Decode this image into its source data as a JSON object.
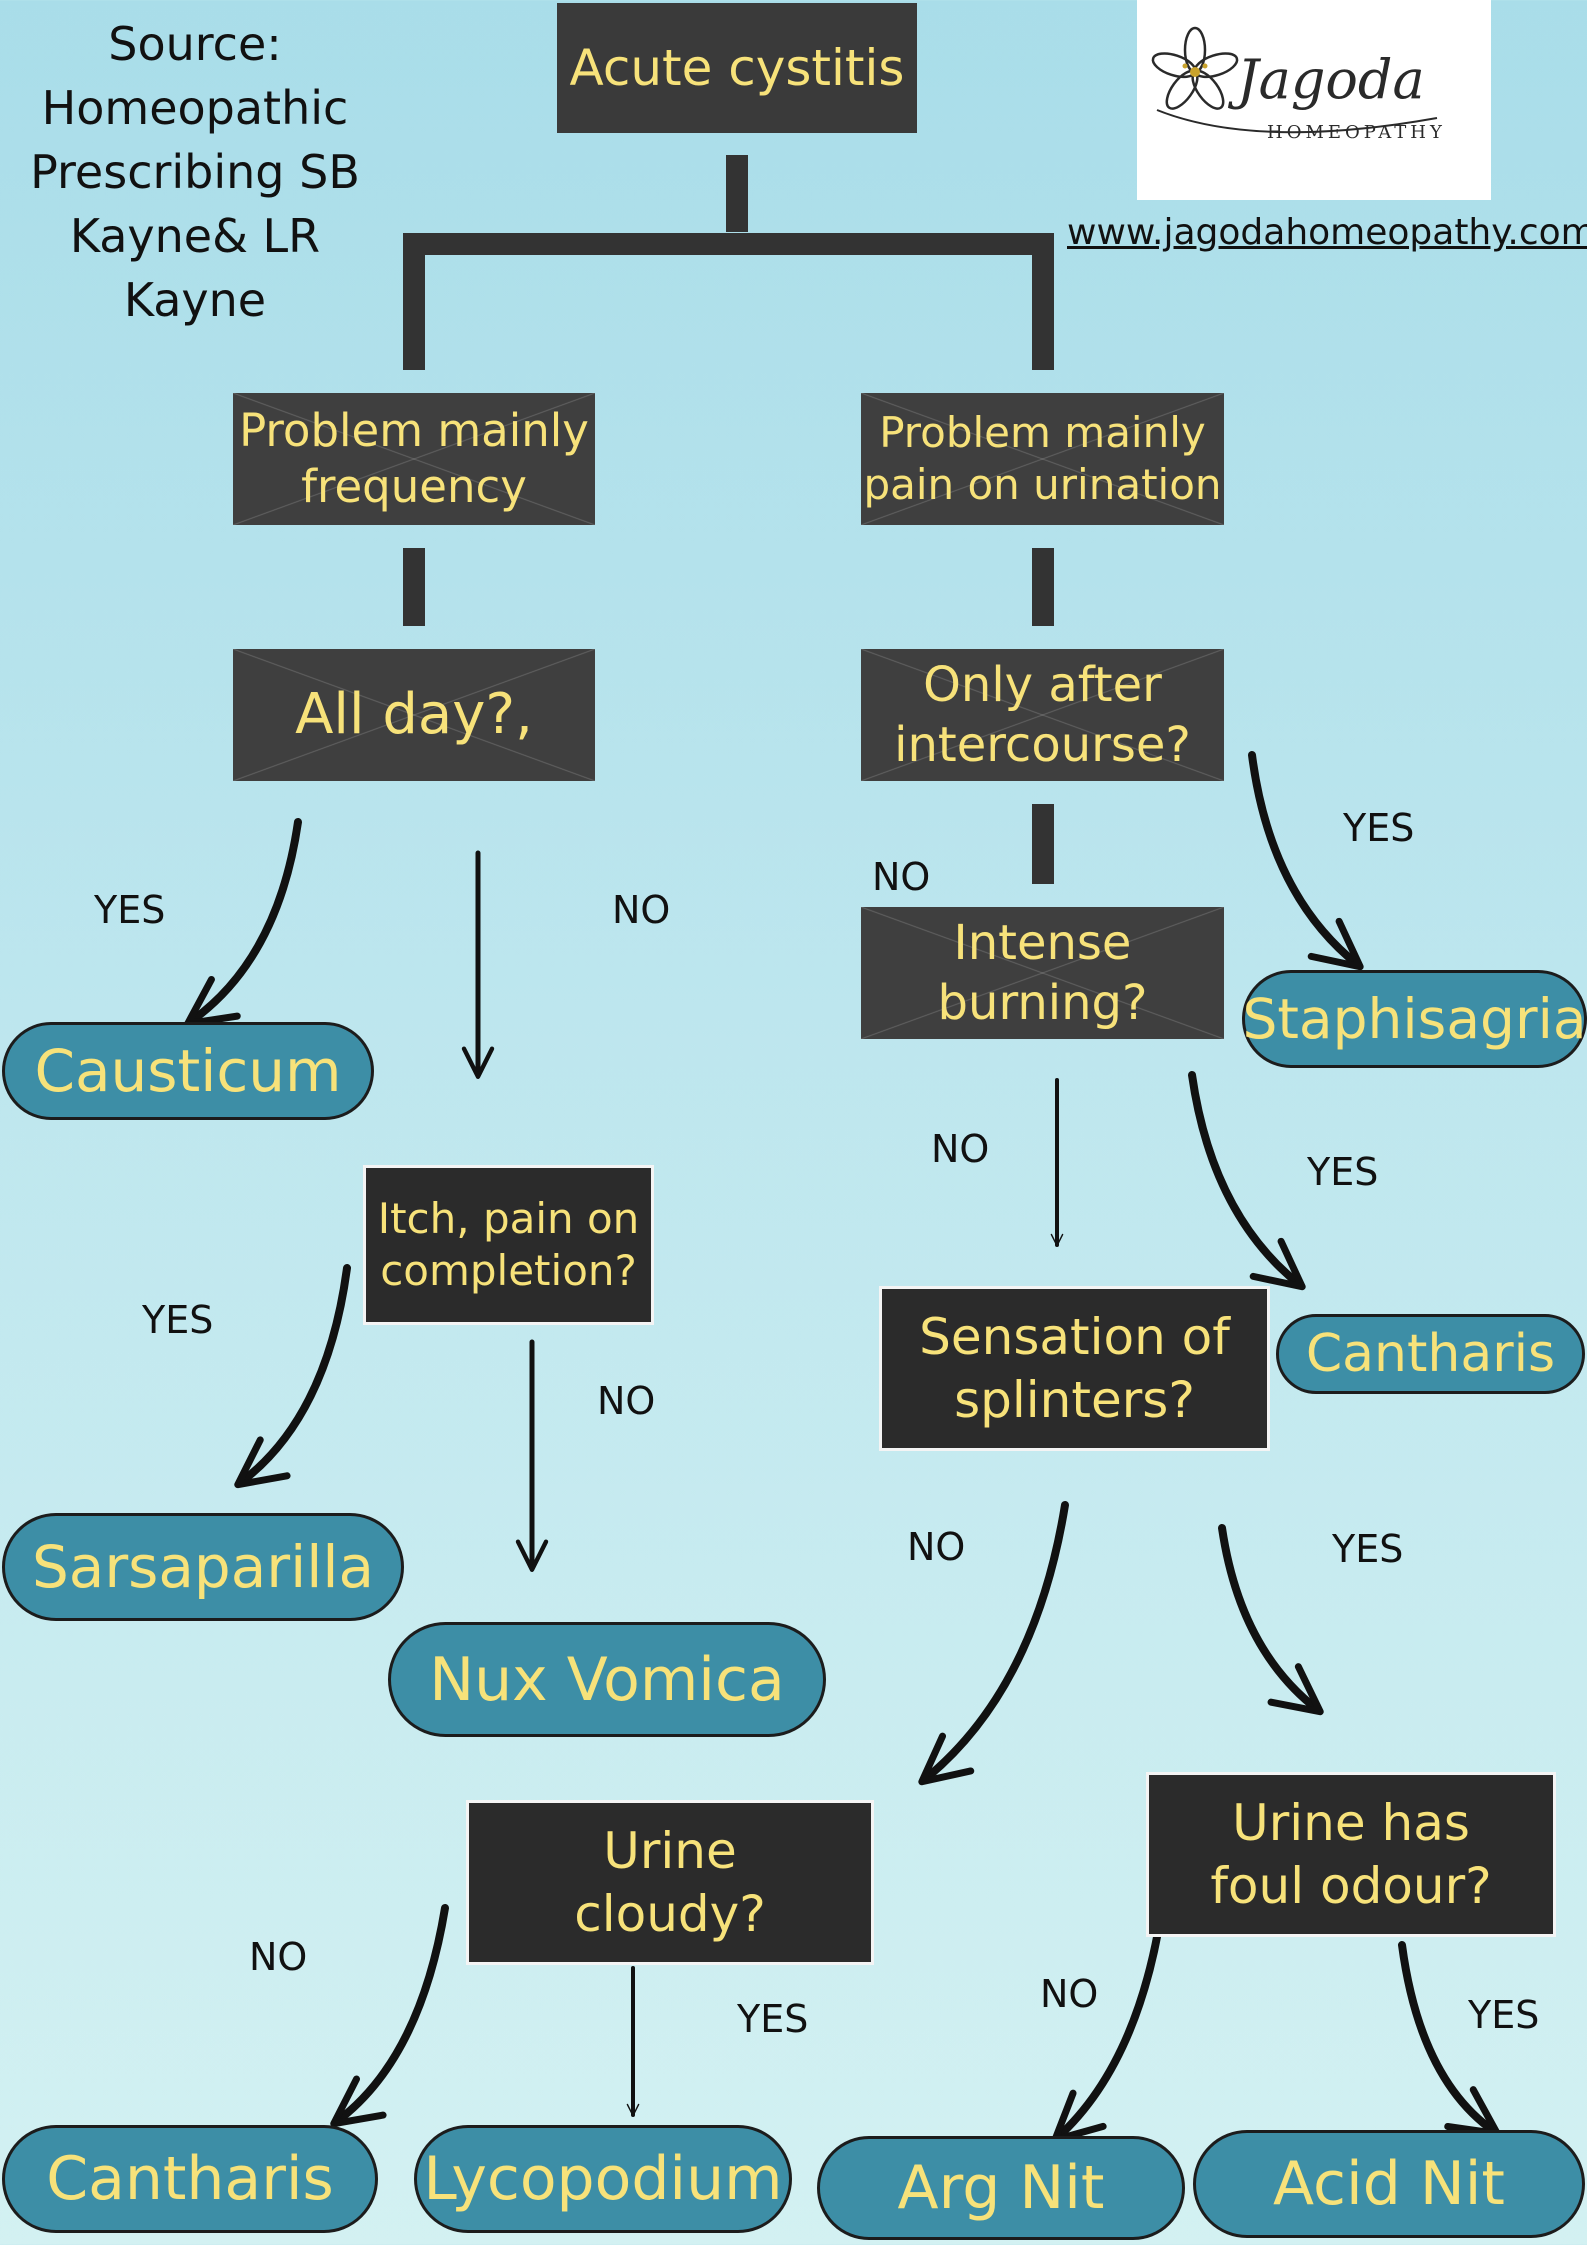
{
  "source_text": "Source:\nHomeopathic\nPrescribing SB\nKayne& LR Kayne",
  "website": "www.jagodahomeopathy.com",
  "logo": {
    "name": "Jagoda",
    "subtitle": "HOMEOPATHY",
    "icon": "flower-icon",
    "color": "#2a2a2a"
  },
  "colors": {
    "question_box": "#3a3a3a",
    "remedy_pill": "#3d8ea6",
    "highlight_text": "#f7e27a",
    "background_top": "#a9dde9",
    "background_bottom": "#d3f1f2"
  },
  "nodes": {
    "root": "Acute cystitis",
    "q_frequency": "Problem mainly\nfrequency",
    "q_pain": "Problem mainly\npain on urination",
    "q_all_day": "All day?,",
    "q_intercourse": "Only after\nintercourse?",
    "q_burning": "Intense\nburning?",
    "q_itch": "Itch, pain on\ncompletion?",
    "q_splinters": "Sensation of\nsplinters?",
    "q_cloudy": "Urine\ncloudy?",
    "q_odour": "Urine has\nfoul odour?"
  },
  "remedies": {
    "causticum": "Causticum",
    "staphisagria": "Staphisagria",
    "cantharis_right": "Cantharis",
    "sarsaparilla": "Sarsaparilla",
    "nux_vomica": "Nux Vomica",
    "cantharis_bottom": "Cantharis",
    "lycopodium": "Lycopodium",
    "arg_nit": "Arg Nit",
    "acid_nit": "Acid Nit"
  },
  "labels": {
    "yes": "YES",
    "no": "NO"
  }
}
